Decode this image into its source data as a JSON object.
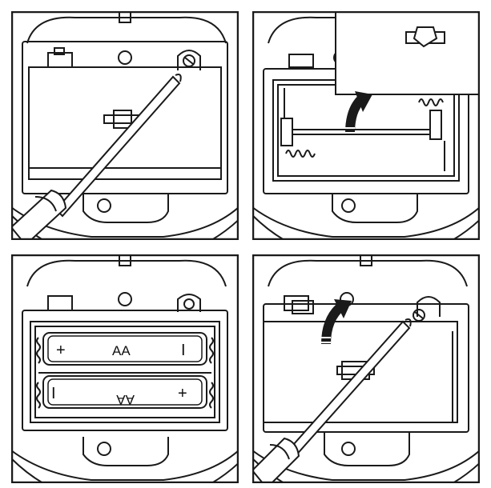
{
  "battery_top": {
    "polarity_left": "+",
    "label": "AA",
    "polarity_right": "I"
  },
  "battery_bottom": {
    "polarity_left": "I",
    "label": "AA",
    "polarity_right": "+"
  },
  "colors": {
    "stroke": "#1a1a1a",
    "background": "#ffffff"
  }
}
